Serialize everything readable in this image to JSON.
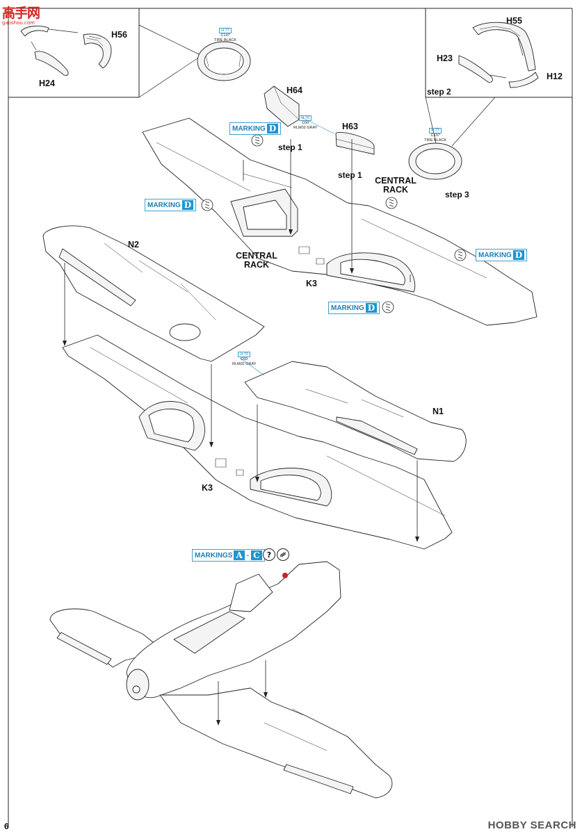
{
  "watermark_top": {
    "chinese": "高手网",
    "url": "gaoshou.com"
  },
  "watermark_bottom": "HOBBY SEARCH",
  "page_number": "6",
  "paint_callouts": {
    "tire_1": {
      "code": "H 77",
      "ref": "C137",
      "name": "TIRE BLACK"
    },
    "tire_2": {
      "code": "H 77",
      "ref": "C137",
      "name": "TIRE BLACK"
    },
    "gray_1": {
      "code": "H 70",
      "ref": "C60",
      "name": "RLM02 GRAY"
    },
    "gray_2": {
      "code": "H 70",
      "ref": "C60",
      "name": "RLM02 GRAY"
    }
  },
  "markings": {
    "d1": {
      "text": "MARKING",
      "letter": "D"
    },
    "d2": {
      "text": "MARKING",
      "letter": "D"
    },
    "d3": {
      "text": "MARKING",
      "letter": "D"
    },
    "d4": {
      "text": "MARKING",
      "letter": "D"
    },
    "ac": {
      "text": "MARKINGS",
      "letter_a": "A",
      "sep": "-",
      "letter_c": "C"
    }
  },
  "parts": {
    "h56": "H56",
    "h24": "H24",
    "h55": "H55",
    "h23": "H23",
    "h12": "H12",
    "h64": "H64",
    "h63": "H63",
    "n1": "N1",
    "n2": "N2",
    "k3a": "K3",
    "k3b": "K3"
  },
  "steps": {
    "step1a": "step 1",
    "step1b": "step 1",
    "step2": "step 2",
    "step3": "step 3"
  },
  "racks": {
    "rack_right_line1": "CENTRAL",
    "rack_right_line2": "RACK",
    "rack_left_line1": "CENTRAL",
    "rack_left_line2": "RACK"
  },
  "symbols": {
    "question": "?"
  },
  "colors": {
    "accent_blue": "#1f95d0",
    "line": "#222222",
    "red_dot": "#cc2222"
  },
  "icons": {
    "drill": "drill-hole-icon",
    "question": "question-mark-icon",
    "slash": "slash-circle-icon"
  }
}
